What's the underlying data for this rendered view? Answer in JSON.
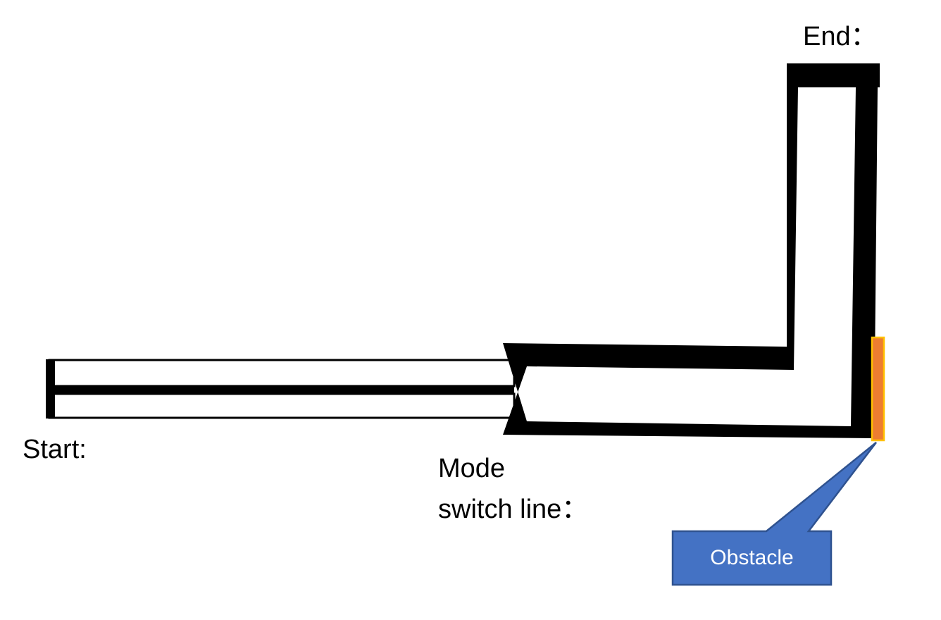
{
  "labels": {
    "end": "End：",
    "start": "Start:",
    "mode_line1": "Mode",
    "mode_line2": "switch line："
  },
  "callout": {
    "text": "Obstacle",
    "fill": "#4472C4",
    "border": "#2F528F"
  },
  "obstacle": {
    "fill": "#ED7D31",
    "border": "#FFC000"
  },
  "colors": {
    "track": "#000000",
    "background": "#FFFFFF"
  }
}
